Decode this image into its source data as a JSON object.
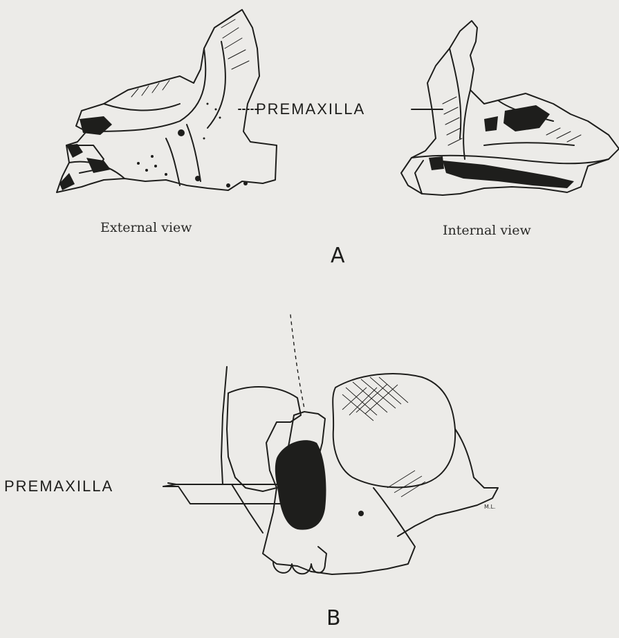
{
  "panel_a": {
    "label_premaxilla": "PREMAXILLA",
    "caption_external": "External view",
    "caption_internal": "Internal view",
    "letter": "A"
  },
  "panel_b": {
    "label_premaxilla": "PREMAXILLA",
    "letter": "B",
    "initials": "M.L."
  }
}
